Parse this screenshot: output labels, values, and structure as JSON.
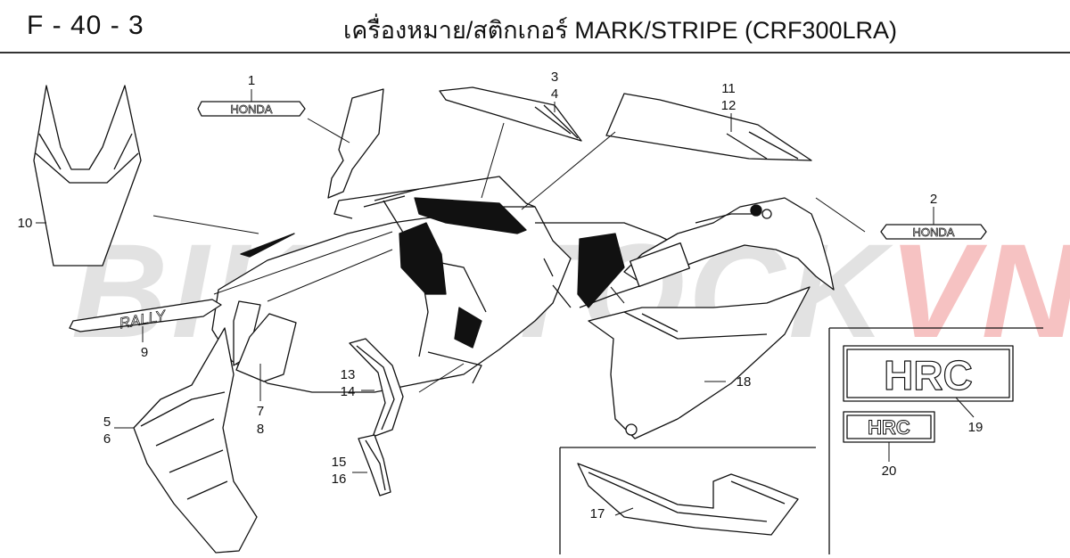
{
  "header": {
    "code": "F - 40 - 3",
    "title": "เครื่องหมาย/สติกเกอร์  MARK/STRIPE (CRF300LRA)"
  },
  "watermark": {
    "part1": "BIKESTOCK",
    "part2": "VN"
  },
  "decal_text": {
    "honda": "HONDA",
    "rally": "RALLY",
    "hrc": "HRC"
  },
  "callouts": {
    "c1": "1",
    "c2": "2",
    "c3": "3",
    "c4": "4",
    "c5": "5",
    "c6": "6",
    "c7": "7",
    "c8": "8",
    "c9": "9",
    "c10": "10",
    "c11": "11",
    "c12": "12",
    "c13": "13",
    "c14": "14",
    "c15": "15",
    "c16": "16",
    "c17": "17",
    "c18": "18",
    "c19": "19",
    "c20": "20"
  },
  "colors": {
    "line": "#111111",
    "watermark_grey": "#bebebe",
    "watermark_red": "#eb7878"
  }
}
